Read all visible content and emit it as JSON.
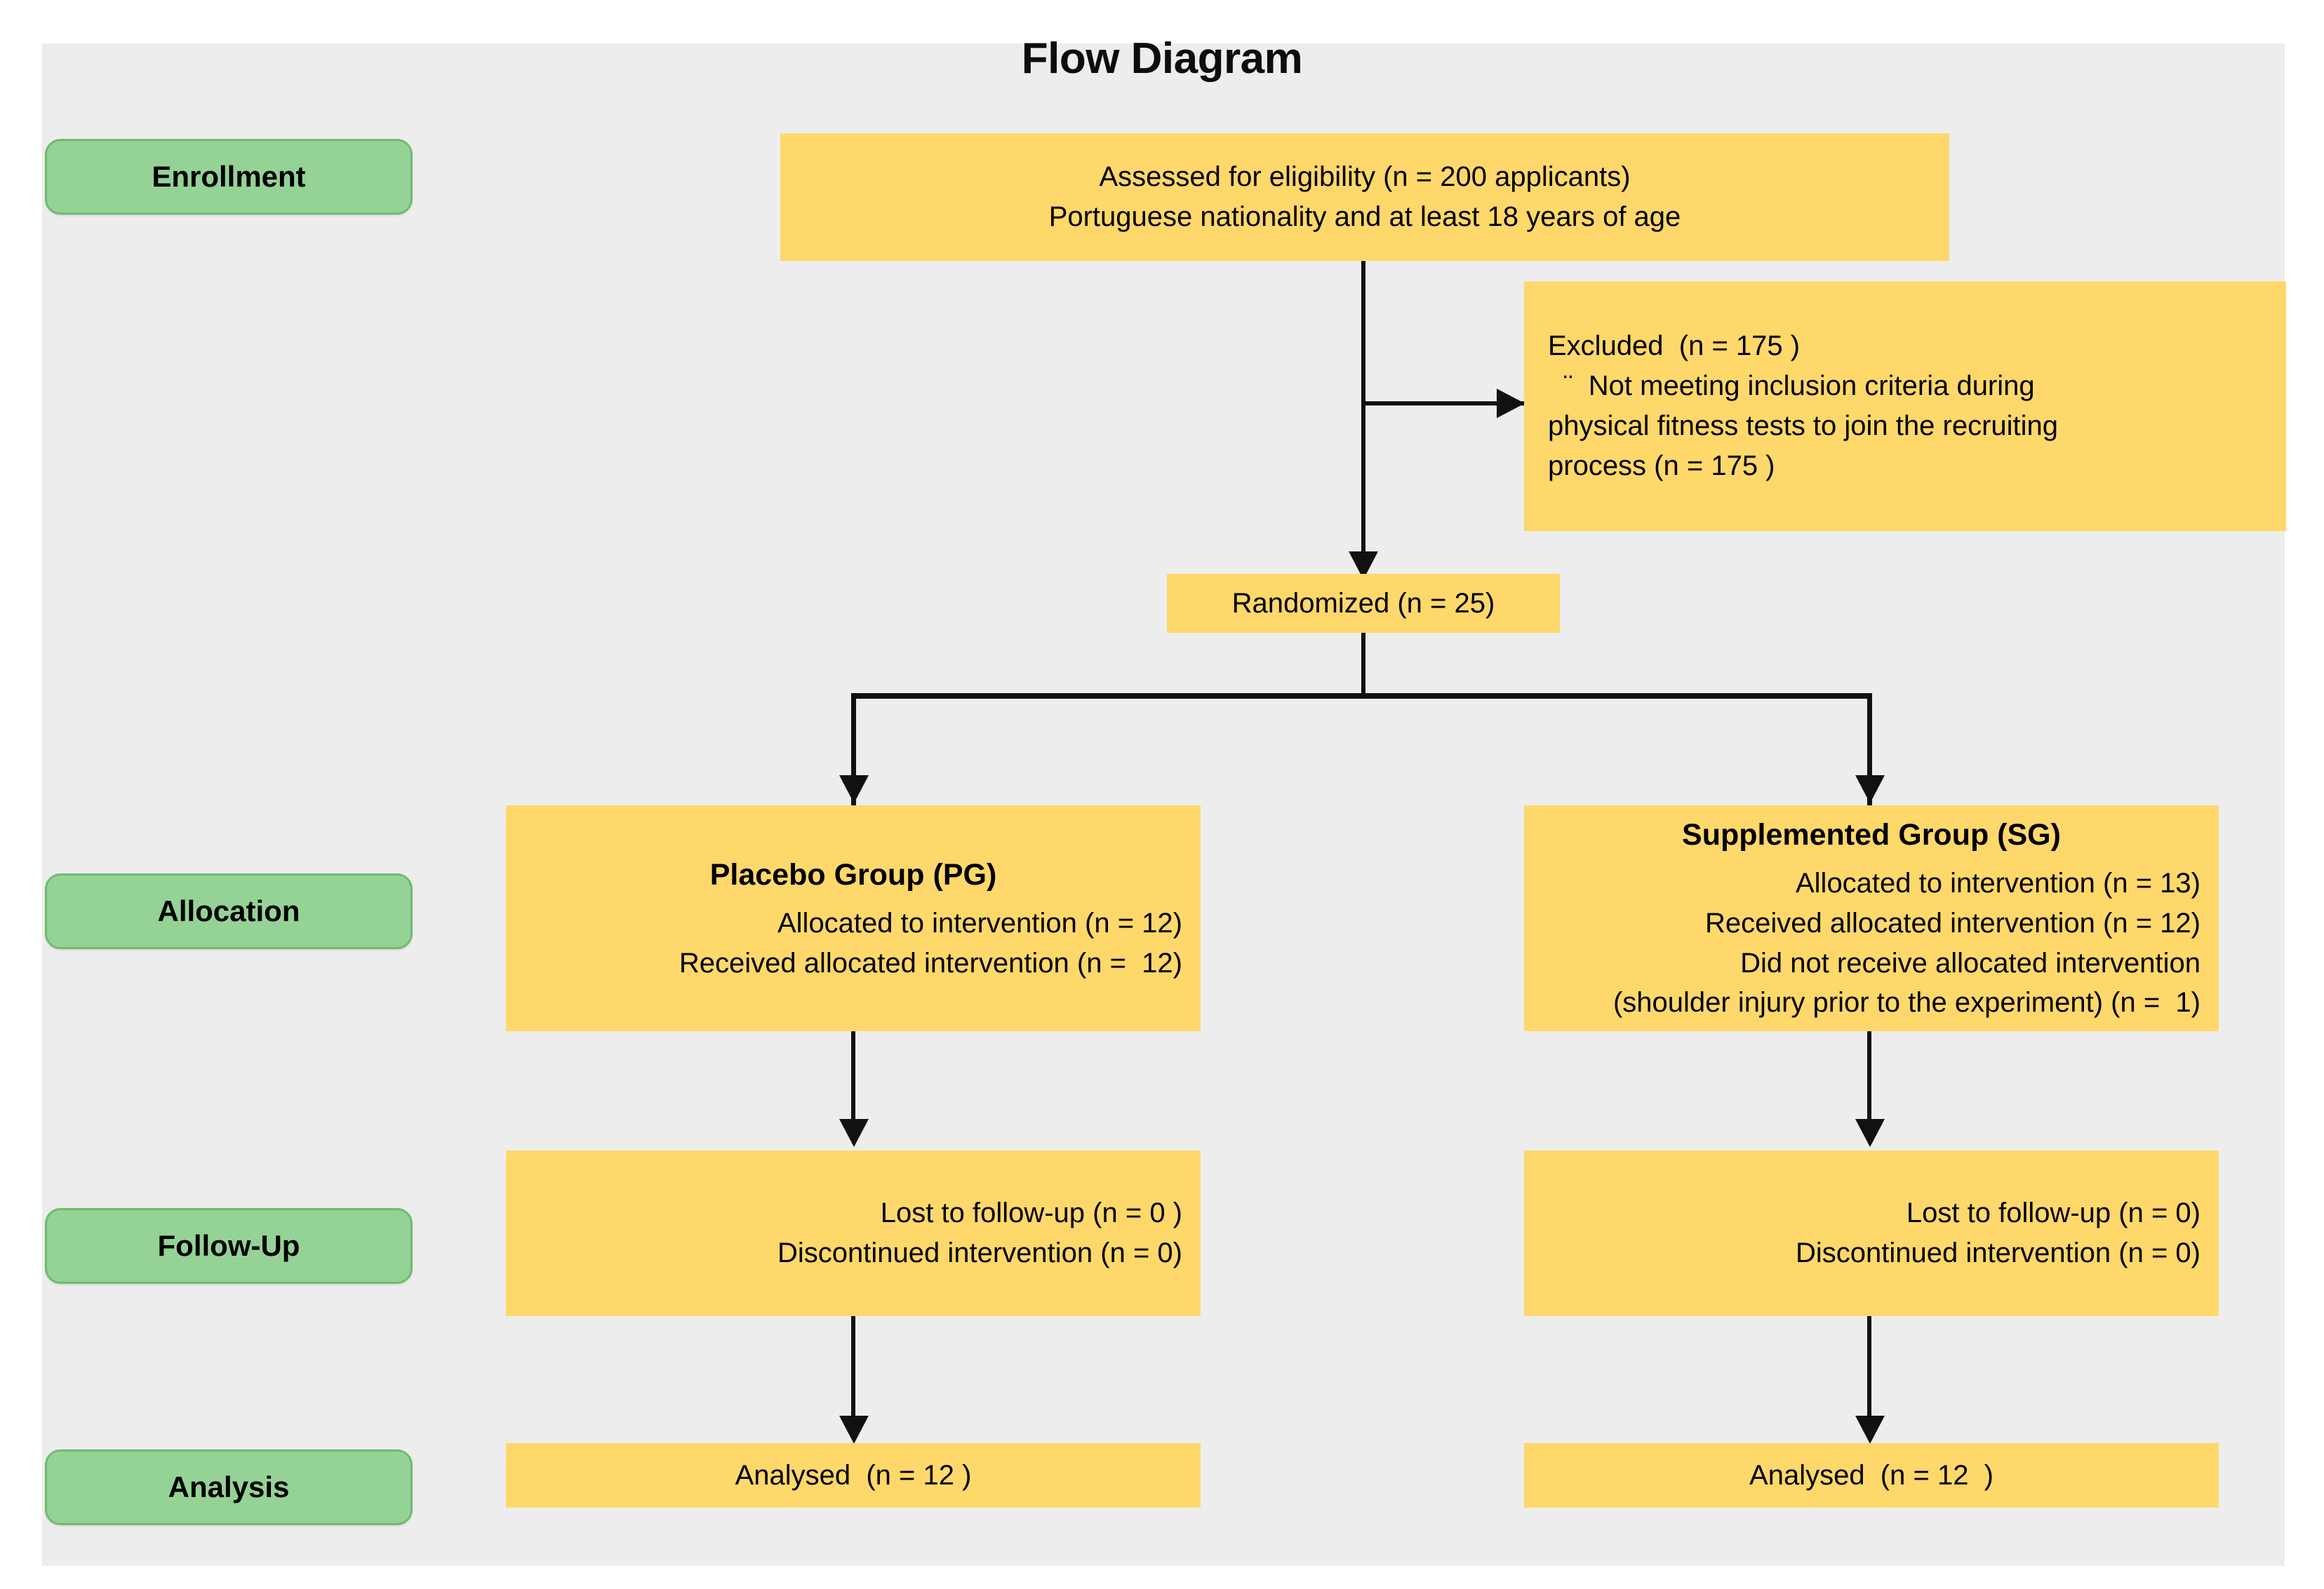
{
  "title": "Flow Diagram",
  "colors": {
    "panel_background": "#ededed",
    "box_fill": "#ffd86b",
    "stage_fill": "#95d295",
    "stage_border": "#6fbb6f",
    "connector": "#111111",
    "text": "#000000"
  },
  "stages": [
    {
      "label": "Enrollment"
    },
    {
      "label": "Allocation"
    },
    {
      "label": "Follow-Up"
    },
    {
      "label": "Analysis"
    }
  ],
  "boxes": {
    "assessed": {
      "lines": [
        "Assessed for eligibility (n = 200 applicants)",
        "Portuguese nationality and at least 18 years of age"
      ]
    },
    "excluded": {
      "lines": [
        "Excluded  (n = 175 )",
        "  ¨  Not meeting inclusion criteria during",
        "physical fitness tests to join the recruiting",
        "process (n = 175 )"
      ]
    },
    "randomized": {
      "lines": [
        "Randomized (n = 25)"
      ]
    },
    "placebo_allocation": {
      "header": "Placebo Group (PG)",
      "lines": [
        "Allocated to intervention (n = 12)",
        "Received allocated intervention (n =  12)"
      ]
    },
    "supplemented_allocation": {
      "header": "Supplemented Group (SG)",
      "lines": [
        "Allocated to intervention (n = 13)",
        "Received allocated intervention (n = 12)",
        "Did not receive allocated intervention",
        "(shoulder injury prior to the experiment) (n =  1)"
      ]
    },
    "placebo_followup": {
      "lines": [
        "Lost to follow-up (n = 0 )",
        "Discontinued intervention (n = 0)"
      ]
    },
    "supplemented_followup": {
      "lines": [
        "Lost to follow-up (n = 0)",
        "Discontinued intervention (n = 0)"
      ]
    },
    "placebo_analysis": {
      "lines": [
        "Analysed  (n = 12 )"
      ]
    },
    "supplemented_analysis": {
      "lines": [
        "Analysed  (n = 12  )"
      ]
    }
  }
}
